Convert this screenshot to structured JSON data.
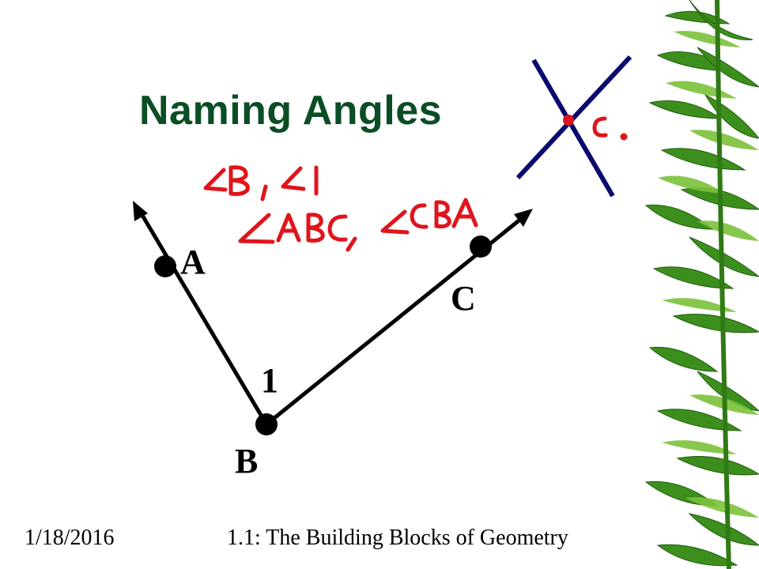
{
  "slide": {
    "title": "Naming Angles",
    "points": {
      "a": "A",
      "b": "B",
      "c": "C"
    },
    "angle_number": "1",
    "footer": {
      "date": "1/18/2016",
      "section": "1.1: The Building Blocks of Geometry"
    }
  },
  "colors": {
    "title": "#0b4d24",
    "annotation": "#e0141c",
    "lines": "#0a0a6e",
    "background_leaves": "#3c8f1c"
  }
}
